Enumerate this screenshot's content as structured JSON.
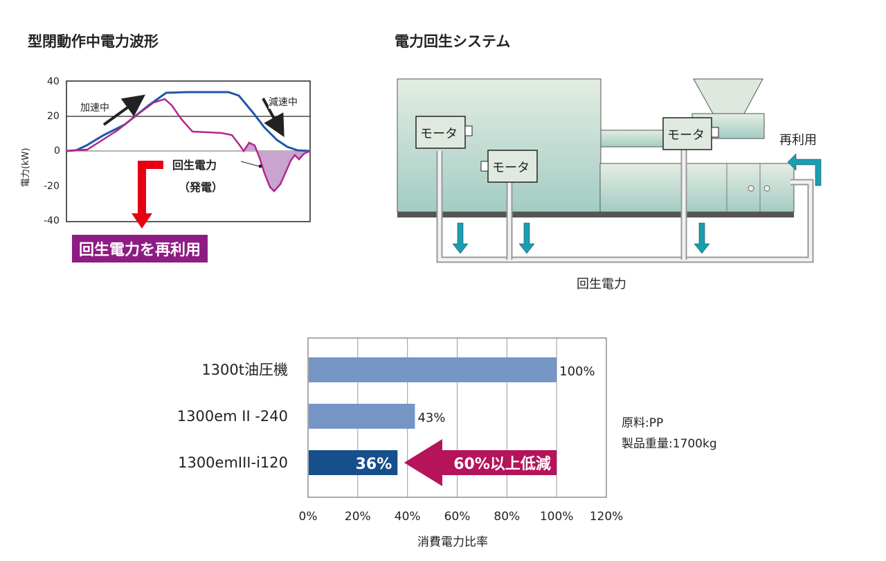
{
  "waveform": {
    "title": "型閉動作中電力波形",
    "ylabel": "電力(kW)",
    "yticks": [
      "40",
      "20",
      "0",
      "-20",
      "-40"
    ],
    "accel_label": "加速中",
    "decel_label": "減速中",
    "regen_label_line1": "回生電力",
    "regen_label_line2": "（発電）",
    "reuse_banner": "回生電力を再利用",
    "colors": {
      "blue_line": "#1f56a8",
      "magenta_line": "#b0288c",
      "fill": "#c8a4cf",
      "arrow": "#e60012",
      "banner": "#8e1d83"
    }
  },
  "system": {
    "title": "電力回生システム",
    "motor_labels": [
      "モータ",
      "モータ",
      "モータ"
    ],
    "reuse_label": "再利用",
    "regen_label": "回生電力",
    "colors": {
      "machine_top": "#e2ece0",
      "machine_bottom": "#a8cfc7",
      "arrow": "#1a9fb0"
    }
  },
  "chart_data": {
    "type": "bar",
    "orientation": "horizontal",
    "categories": [
      "1300t油圧機",
      "1300em II -240",
      "1300emIII-i120"
    ],
    "values": [
      100,
      43,
      36
    ],
    "value_labels": [
      "100%",
      "43%",
      "36%"
    ],
    "xlabel": "消費電力比率",
    "xlim": [
      0,
      120
    ],
    "xticks": [
      "0%",
      "20%",
      "40%",
      "60%",
      "80%",
      "100%",
      "120%"
    ],
    "grid": true,
    "bar_colors": [
      "#7596c5",
      "#7596c5",
      "#164f8c"
    ],
    "annotation": "60%以上低減",
    "annotation_color": "#b5135a",
    "note_line1": "原料:PP",
    "note_line2": "製品重量:1700kg"
  }
}
